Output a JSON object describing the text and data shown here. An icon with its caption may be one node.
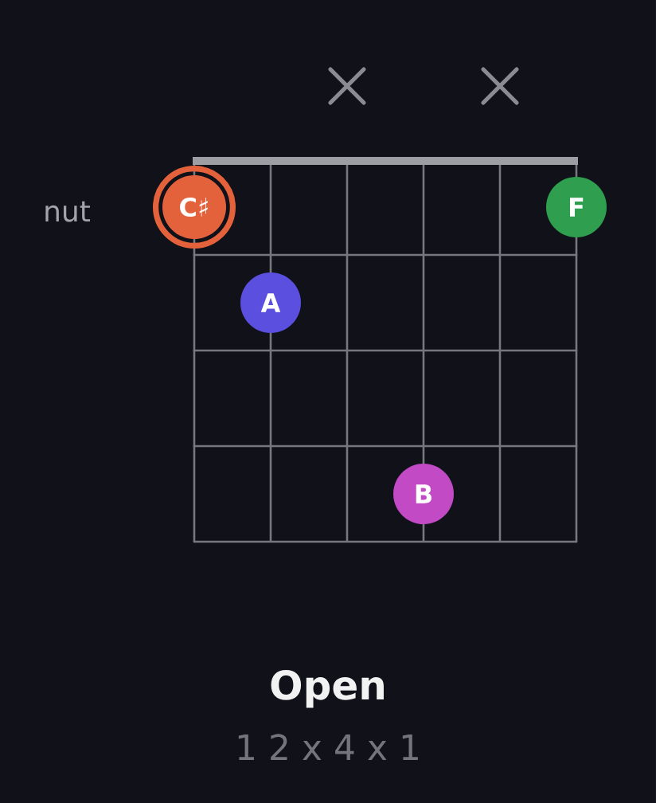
{
  "diagram": {
    "title": "Open",
    "nodes": [
      {
        "text": [
          "C♯"
        ]
      },
      {
        "text": [
          "F"
        ]
      },
      {
        "text": [
          "A"
        ]
      },
      {
        "text": [
          "B"
        ]
      }
    ],
    "labels": [
      "nut",
      "1 2 x 4 x 1"
    ]
  }
}
